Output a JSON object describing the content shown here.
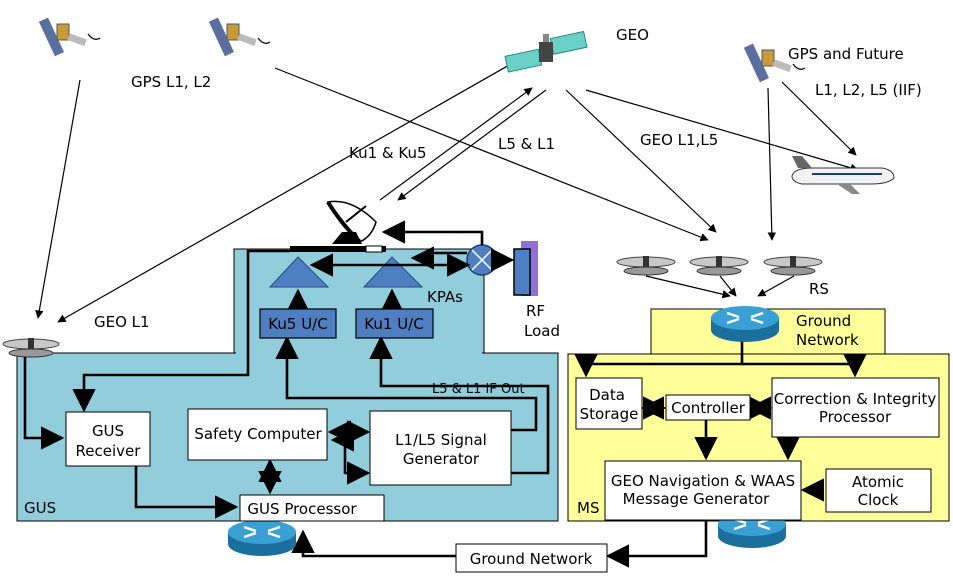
{
  "signals": {
    "gps_l1_l2": "GPS L1, L2",
    "geo": "GEO",
    "gps_and_future": "GPS and Future",
    "l1_l2_l5": "L1, L2, L5 (IIF)",
    "ku1_ku5": "Ku1 & Ku5",
    "l5_l1": "L5 & L1",
    "geo_l1_l5": "GEO L1,L5",
    "geo_l1": "GEO L1",
    "rs": "RS",
    "kpas": "KPAs",
    "rf_load_line1": "RF",
    "rf_load_line2": "Load",
    "if_out": "L5 & L1 IF Out"
  },
  "gus": {
    "region_label": "GUS",
    "ku5_uc": "Ku5 U/C",
    "ku1_uc": "Ku1 U/C",
    "receiver_line1": "GUS",
    "receiver_line2": "Receiver",
    "safety_computer": "Safety Computer",
    "signal_gen_line1": "L1/L5 Signal",
    "signal_gen_line2": "Generator",
    "processor": "GUS Processor"
  },
  "ms": {
    "region_label": "MS",
    "ground_network_line1": "Ground",
    "ground_network_line2": "Network",
    "data_storage_line1": "Data",
    "data_storage_line2": "Storage",
    "controller": "Controller",
    "correction_line1": "Correction & Integrity",
    "correction_line2": "Processor",
    "geo_nav_line1": "GEO Navigation & WAAS",
    "geo_nav_line2": "Message Generator",
    "atomic_line1": "Atomic",
    "atomic_line2": "Clock"
  },
  "bottom": {
    "ground_network": "Ground Network"
  },
  "colors": {
    "gus_fill": "#92cddc",
    "ms_fill": "#ffff99",
    "component_fill": "#4f7fc0",
    "router_fill": "#2e8bc0"
  }
}
